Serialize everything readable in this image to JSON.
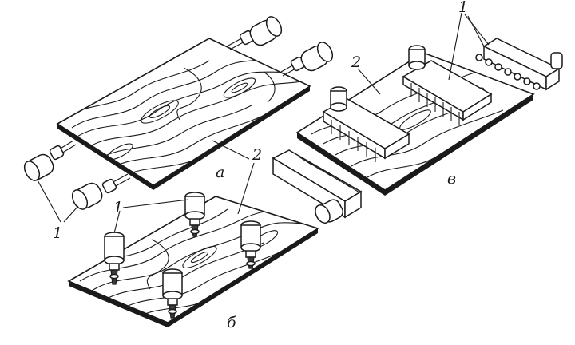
{
  "labels": {
    "panel_a": "а",
    "panel_b": "б",
    "panel_v": "в",
    "num_1_a": "1",
    "num_1_b": "1",
    "num_1_v": "1",
    "num_2_ab": "2",
    "num_2_v": "2"
  },
  "colors": {
    "ink": "#1a1a1a",
    "paper": "#ffffff"
  }
}
